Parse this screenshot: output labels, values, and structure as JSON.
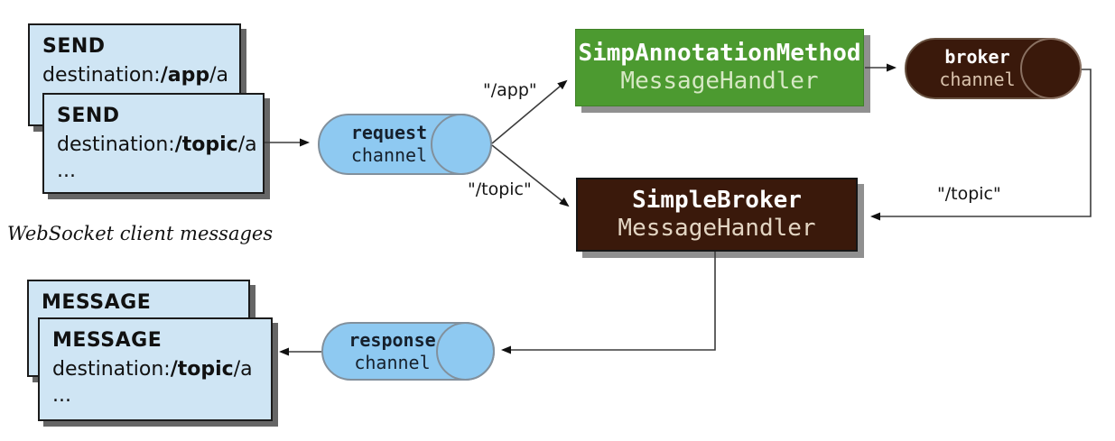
{
  "caption": "WebSocket client messages",
  "send_stack": {
    "back": {
      "title": "SEND",
      "dest_prefix": "destination:",
      "dest_bold": "/app",
      "dest_suffix": "/a"
    },
    "front": {
      "title": "SEND",
      "dest_prefix": "destination:",
      "dest_bold": "/topic",
      "dest_suffix": "/a",
      "ellipsis": "..."
    }
  },
  "message_stack": {
    "back": {
      "title": "MESSAGE"
    },
    "front": {
      "title": "MESSAGE",
      "dest_prefix": "destination:",
      "dest_bold": "/topic",
      "dest_suffix": "/a",
      "ellipsis": "..."
    }
  },
  "channels": {
    "request": {
      "line1": "request",
      "line2": "channel"
    },
    "response": {
      "line1": "response",
      "line2": "channel"
    },
    "broker": {
      "line1": "broker",
      "line2": "channel"
    }
  },
  "handlers": {
    "annotation_method": {
      "line1": "SimpAnnotationMethod",
      "line2": "MessageHandler"
    },
    "simple_broker": {
      "line1": "SimpleBroker",
      "line2": "MessageHandler"
    }
  },
  "edge_labels": {
    "app": "\"/app\"",
    "topic_from_request": "\"/topic\"",
    "topic_from_broker": "\"/topic\""
  },
  "colors": {
    "card_blue": "#cfe5f4",
    "channel_blue": "#8ec9f1",
    "handler_green": "#4c9a30",
    "broker_brown": "#3a190b",
    "shadow_gray": "#909090",
    "wire": "#3c3c3c"
  }
}
